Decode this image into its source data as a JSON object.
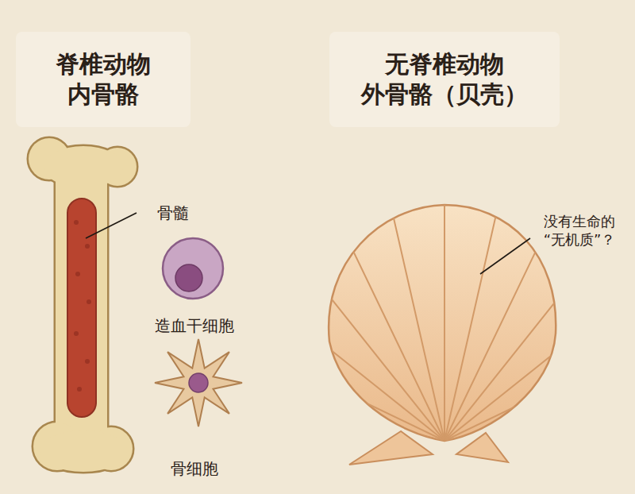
{
  "diagram": {
    "labels": [
      "脊椎动物 内骨骼",
      "无脊椎动物 外骨骼（贝壳）",
      "骨髓",
      "造血干细胞",
      "骨细胞",
      "没有生命的 “无机质”？"
    ]
  }
}
